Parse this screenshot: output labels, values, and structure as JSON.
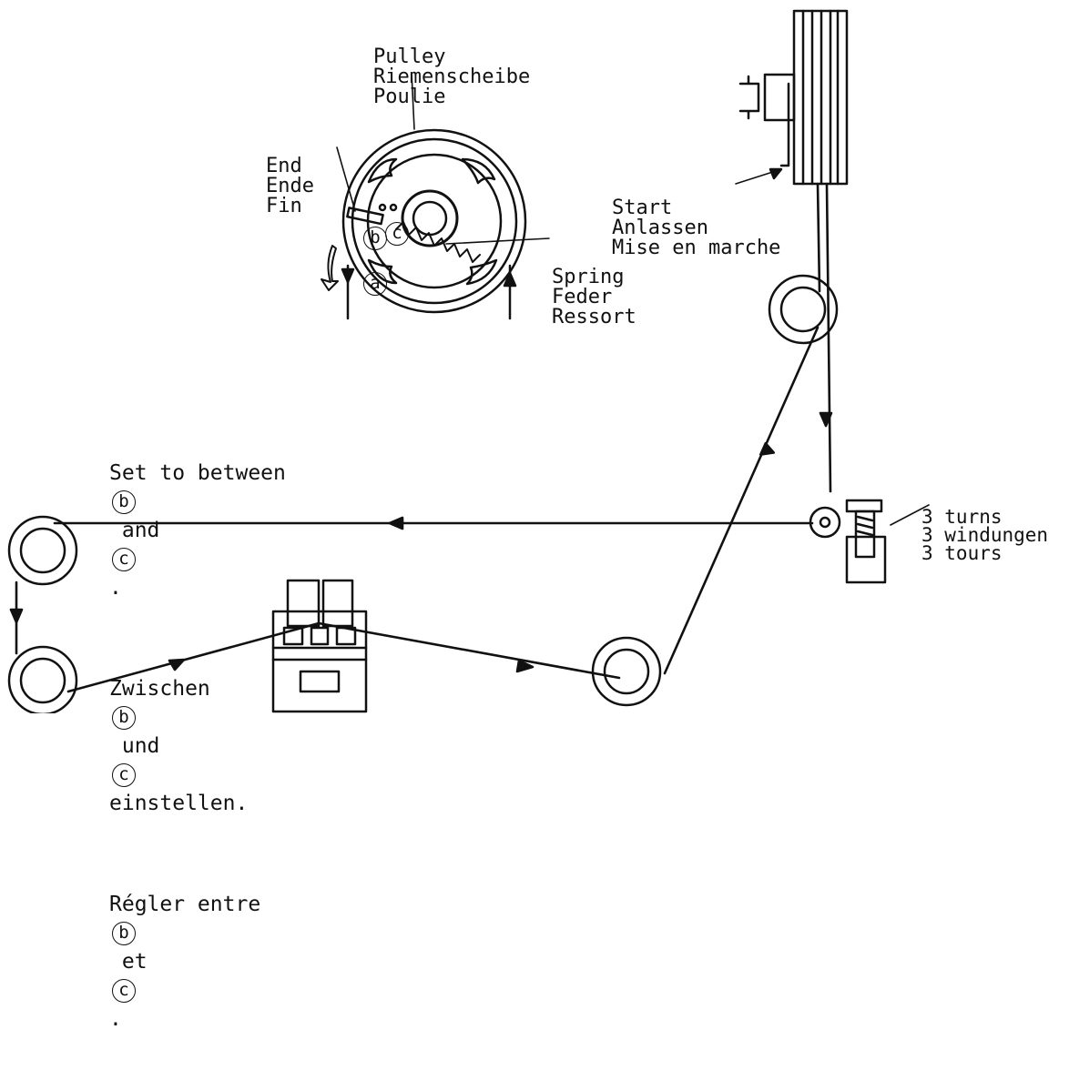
{
  "pulley_label": [
    "Pulley",
    "Riemenscheibe",
    "Poulie"
  ],
  "end_label": [
    "End",
    "Ende",
    "Fin"
  ],
  "start_label": [
    "Start",
    "Anlassen",
    "Mise en marche"
  ],
  "spring_label": [
    "Spring",
    "Feder",
    "Ressort"
  ],
  "points": {
    "a": "a",
    "b": "b",
    "c": "c"
  },
  "instructions": [
    {
      "before": "Set to between",
      "mid": "and",
      "after": "."
    },
    {
      "before": "Zwischen",
      "mid": "und",
      "after": "einstellen."
    },
    {
      "before": "Régler entre",
      "mid": "et",
      "after": "."
    }
  ],
  "turns_label": [
    "3 turns",
    "3 windungen",
    "3 tours"
  ]
}
